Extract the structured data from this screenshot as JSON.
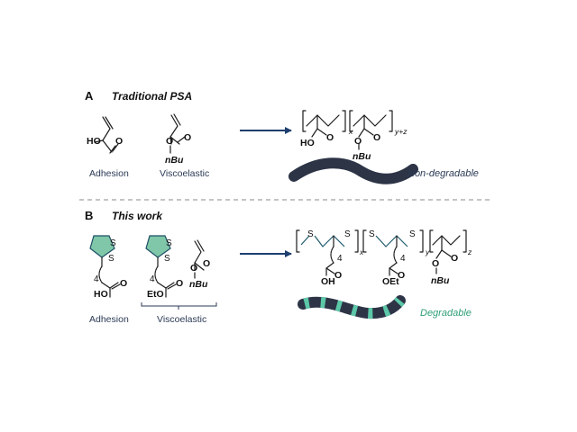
{
  "section_a": {
    "letter": "A",
    "title": "Traditional PSA",
    "monomer1": {
      "atom": "HO",
      "caption": "Adhesion"
    },
    "monomer2": {
      "atom_o": "O",
      "group": "nBu",
      "caption": "Viscoelastic"
    },
    "polymer": {
      "sub_x": "x",
      "sub_yz": "y+z",
      "atom_ho": "HO",
      "atom_o1": "O",
      "atom_o2": "O",
      "group": "nBu"
    },
    "tag": "Non-degradable"
  },
  "section_b": {
    "letter": "B",
    "title": "This work",
    "monomer1": {
      "s1": "S",
      "s2": "S",
      "count": "4",
      "atom": "HO",
      "caption": "Adhesion"
    },
    "monomer2": {
      "s1": "S",
      "s2": "S",
      "count": "4",
      "atom": "EtO"
    },
    "monomer3": {
      "group": "nBu"
    },
    "viscoelastic_caption": "Viscoelastic",
    "polymer": {
      "s_atoms": [
        "S",
        "S",
        "S",
        "S"
      ],
      "sub_x": "x",
      "sub_y": "y",
      "sub_z": "z",
      "count1": "4",
      "count2": "4",
      "atom_oh": "OH",
      "atom_oet": "OEt",
      "group": "nBu"
    },
    "tag": "Degradable"
  },
  "colors": {
    "dark_fiber": "#2d3446",
    "accent_green": "#5cc8a8",
    "tag_green": "#2f9e7a",
    "tag_navy": "#2b3a55",
    "ring_fill": "#7fc7a8",
    "arrow": "#1d3f6e"
  }
}
